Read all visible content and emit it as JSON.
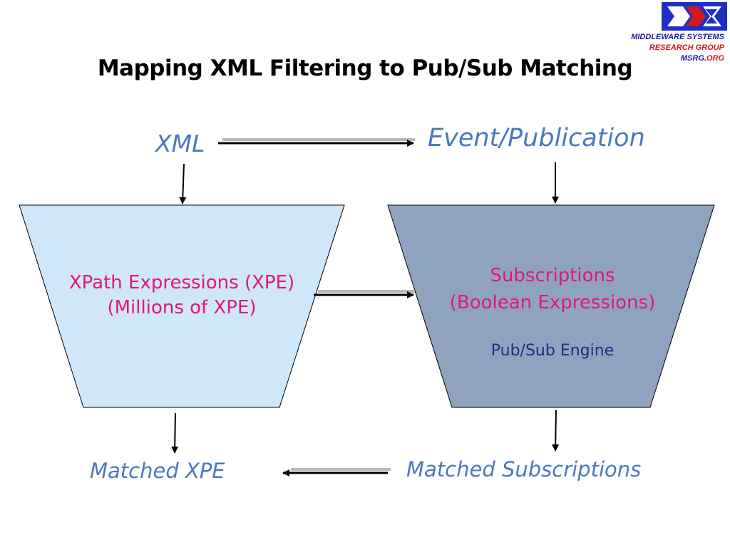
{
  "title": "Mapping XML Filtering to Pub/Sub Matching",
  "org": {
    "line1": "MIDDLEWARE SYSTEMS",
    "line2": "RESEARCH GROUP",
    "line3a": "MSRG.",
    "line3b": "ORG"
  },
  "labels": {
    "xml": "XML",
    "event": "Event/Publication",
    "matched_xpe": "Matched XPE",
    "matched_subscriptions": "Matched Subscriptions"
  },
  "left_box": {
    "line1": "XPath Expressions (XPE)",
    "line2": "(Millions of XPE)"
  },
  "right_box": {
    "line1": "Subscriptions",
    "line2": "(Boolean Expressions)",
    "engine": "Pub/Sub Engine"
  },
  "colors": {
    "left_fill": "#cfe6fb",
    "right_fill": "#8fa3bf",
    "pink_text": "#e01878",
    "blue_text": "#4a78c0",
    "engine_text": "#1c2f84"
  }
}
